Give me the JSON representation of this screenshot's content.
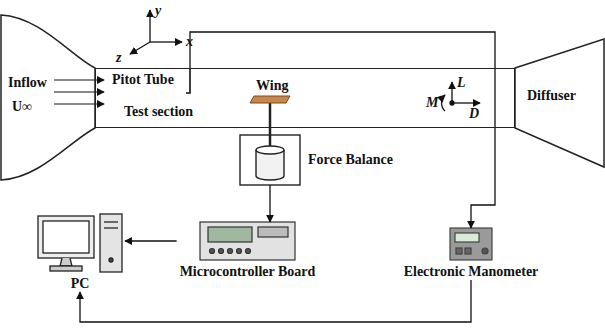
{
  "diagram": {
    "nodes": [
      {
        "text": [
          "Inflow",
          "U∞"
        ]
      },
      {
        "text": [
          "Pitot Tube",
          "Test section"
        ]
      },
      {
        "text": [
          "Diffuser"
        ]
      },
      {
        "text": [
          "Force Balance"
        ]
      },
      {
        "text": [
          "Microcontroller Board"
        ]
      },
      {
        "text": [
          "Electronic Manometer"
        ]
      },
      {
        "text": [
          "PC"
        ]
      }
    ],
    "edges": [
      {
        "from": 1,
        "to": 5,
        "arrow": "to"
      },
      {
        "from": 3,
        "to": 4,
        "arrow": "to"
      },
      {
        "from": 4,
        "to": 6,
        "arrow": "to"
      },
      {
        "from": 5,
        "to": 6,
        "arrow": "to"
      }
    ],
    "labels": [
      "y",
      "z",
      "x",
      "Wing",
      "L",
      "M",
      "D"
    ]
  }
}
